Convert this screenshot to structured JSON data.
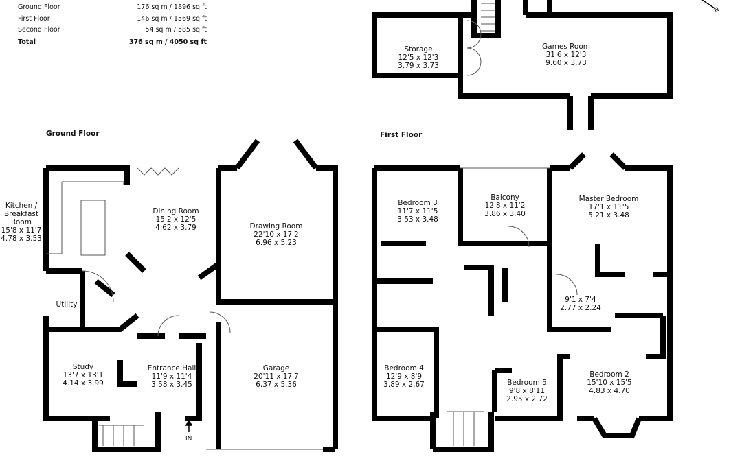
{
  "area_summary": {
    "rows": [
      {
        "label": "Ground Floor",
        "value": "176 sq m / 1896 sq ft"
      },
      {
        "label": "First Floor",
        "value": "146 sq m /  1569 sq ft"
      },
      {
        "label": "Second Floor",
        "value": "54 sq m /   585 sq ft"
      }
    ],
    "total": {
      "label": "Total",
      "value": "376 sq m / 4050 sq ft"
    }
  },
  "floors": {
    "ground": {
      "title": "Ground Floor"
    },
    "first": {
      "title": "First Floor"
    }
  },
  "rooms": {
    "storage": {
      "name": "Storage",
      "imperial": "12'5 x 12'3",
      "metric": "3.79 x 3.73"
    },
    "games": {
      "name": "Games Room",
      "imperial": "31'6 x 12'3",
      "metric": "9.60 x 3.73"
    },
    "kitchen": {
      "name1": "Kitchen /",
      "name2": "Breakfast",
      "name3": "Room",
      "imperial": "15'8 x 11'7",
      "metric": "4.78 x 3.53"
    },
    "dining": {
      "name": "Dining Room",
      "imperial": "15'2 x 12'5",
      "metric": "4.62 x 3.79"
    },
    "drawing": {
      "name": "Drawing Room",
      "imperial": "22'10 x 17'2",
      "metric": "6.96 x 5.23"
    },
    "utility": {
      "name": "Utility"
    },
    "study": {
      "name": "Study",
      "imperial": "13'7 x 13'1",
      "metric": "4.14 x 3.99"
    },
    "hall": {
      "name": "Entrance Hall",
      "imperial": "11'9 x 11'4",
      "metric": "3.58 x 3.45"
    },
    "garage": {
      "name": "Garage",
      "imperial": "20'11 x 17'7",
      "metric": "6.37 x 5.36"
    },
    "bed3": {
      "name": "Bedroom 3",
      "imperial": "11'7 x 11'5",
      "metric": "3.53 x 3.48"
    },
    "balcony": {
      "name": "Balcony",
      "imperial": "12'8 x 11'2",
      "metric": "3.86 x 3.40"
    },
    "master": {
      "name": "Master Bedroom",
      "imperial": "17'1 x 11'5",
      "metric": "5.21 x 3.48"
    },
    "dressing": {
      "imperial": "9'1 x 7'4",
      "metric": "2.77 x 2.24"
    },
    "bed4": {
      "name": "Bedroom 4",
      "imperial": "12'9 x 8'9",
      "metric": "3.89 x 2.67"
    },
    "bed5": {
      "name": "Bedroom 5",
      "imperial": "9'8 x 8'11",
      "metric": "2.95 x 2.72"
    },
    "bed2": {
      "name": "Bedroom 2",
      "imperial": "15'10 x 15'5",
      "metric": "4.83 x 4.70"
    }
  },
  "entrance_label": "IN",
  "compass_label": "N"
}
